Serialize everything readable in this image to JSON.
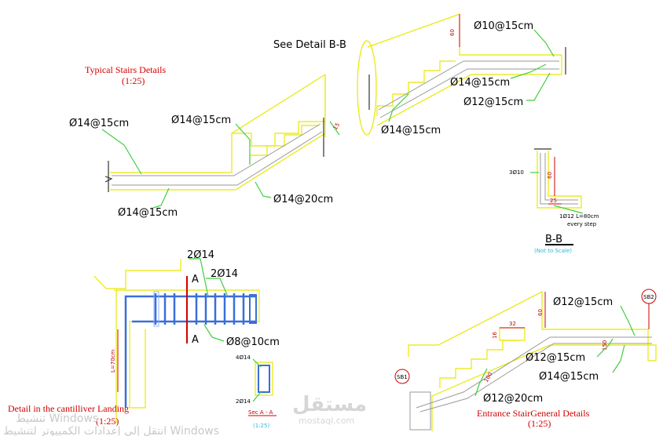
{
  "titles": {
    "typical": "Typical Stairs Details",
    "typical_scale": "(1:25)",
    "cantilever": "Detail in the cantilliver Landing",
    "cantilever_scale": "(1:25)",
    "entrance": "Entrance StairGeneral Details",
    "entrance_scale": "(1:25)",
    "see_detail": "See Detail B-B",
    "bb": "B-B",
    "bb_scale": "(Not to Scale)",
    "secaa": "Sec A - A",
    "secaa_scale": "(1:25)"
  },
  "labels": {
    "t_top_left": "Ø14@15cm",
    "t_top_mid": "Ø14@15cm",
    "t_bot_left": "Ø14@15cm",
    "t_bot_mid": "Ø14@20cm",
    "t_dim15": "15",
    "tr_top": "Ø10@15cm",
    "tr_mid": "Ø14@15cm",
    "tr_low": "Ø12@15cm",
    "tr_bot": "Ø14@15cm",
    "tr_dim60": "60",
    "bb_3phi10": "3Ø10",
    "bb_60": "60",
    "bb_25": "25",
    "bb_note1": "1Ø12 L=80cm",
    "bb_note2": "every step",
    "c_2phi14a": "2Ø14",
    "c_2phi14b": "2Ø14",
    "c_A1": "A",
    "c_A2": "A",
    "c_phi8": "Ø8@10cm",
    "c_L70": "L=70cm",
    "s_4phi14": "4Ø14",
    "s_2phi14": "2Ø14",
    "e_phi12a": "Ø12@15cm",
    "e_phi12b": "Ø12@15cm",
    "e_phi14": "Ø14@15cm",
    "e_phi12c": "Ø12@20cm",
    "e_60": "60",
    "e_32": "32",
    "e_16": "16",
    "e_150": "150",
    "e_100": "100",
    "e_sb1": "SB1",
    "e_sb2": "SB2"
  },
  "watermark": {
    "brand_ar": "مستقل",
    "brand_en": "mostaql.com",
    "win1": "تنشيط Windows",
    "win2": "انتقل إلى إعدادات الكمبيوتر لتنشيط Windows"
  },
  "colors": {
    "title_red": "#d40000",
    "outline_yellow": "#e8e800",
    "leader_green": "#3fcf3f",
    "bar_blue": "#3a6fd8",
    "scale_cyan": "#2bb7d8"
  }
}
